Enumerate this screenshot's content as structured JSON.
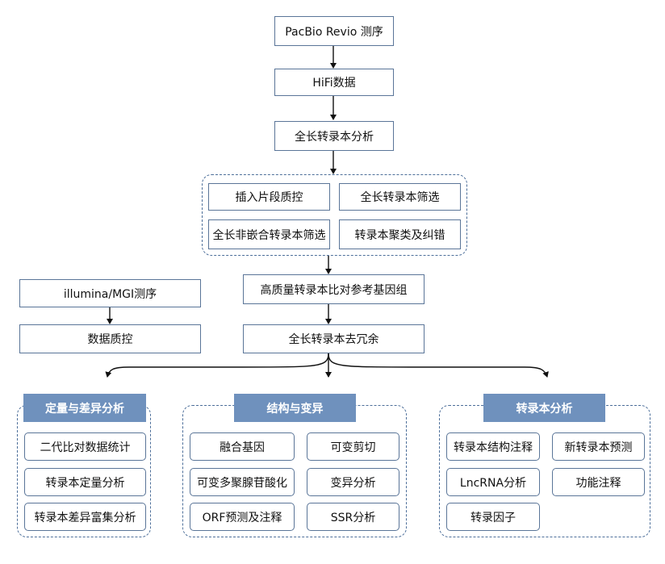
{
  "pipeline": {
    "step1": "PacBio Revio 测序",
    "step2": "HiFi数据",
    "step3": "全长转录本分析",
    "group": [
      "插入片段质控",
      "全长转录本筛选",
      "全长非嵌合转录本筛选",
      "转录本聚类及纠错"
    ],
    "step4": "高质量转录本比对参考基因组",
    "step5": "全长转录本去冗余"
  },
  "side": {
    "seq": "illumina/MGI测序",
    "qc": "数据质控"
  },
  "sections": [
    {
      "title": "定量与差异分析",
      "items": [
        "二代比对数据统计",
        "转录本定量分析",
        "转录本差异富集分析"
      ]
    },
    {
      "title": "结构与变异",
      "items": [
        "融合基因",
        "可变剪切",
        "可变多聚腺苷酸化",
        "变异分析",
        "ORF预测及注释",
        "SSR分析"
      ]
    },
    {
      "title": "转录本分析",
      "items": [
        "转录本结构注释",
        "新转录本预测",
        "LncRNA分析",
        "功能注释",
        "转录因子"
      ]
    }
  ],
  "colors": {
    "header": "#6f91bd",
    "border": "#5a7598",
    "dash": "#4d6f9a"
  }
}
